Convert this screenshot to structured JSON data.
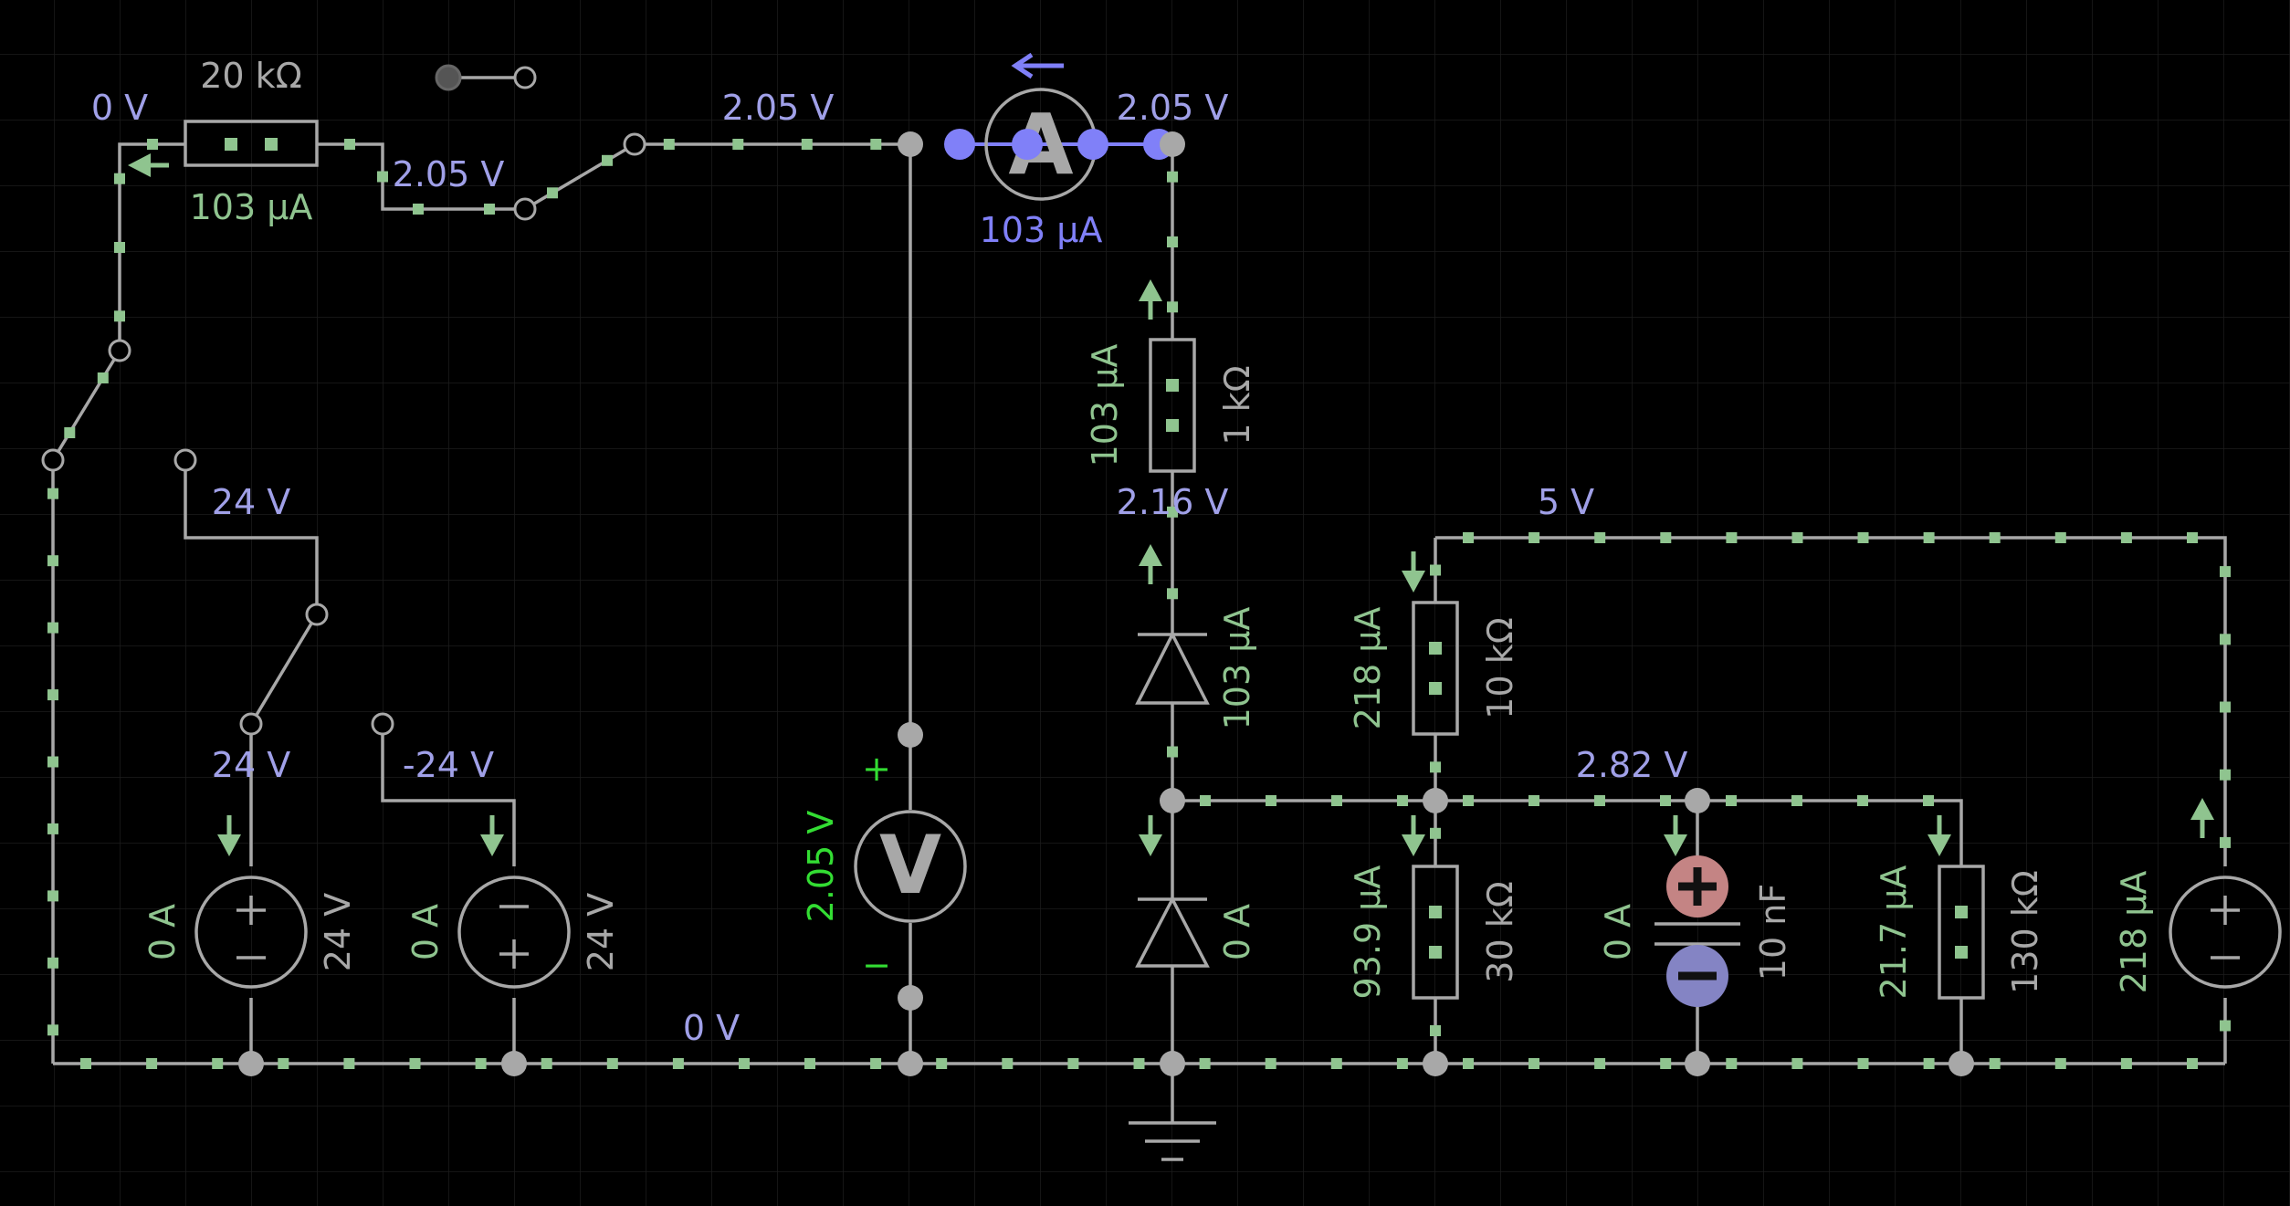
{
  "colors": {
    "background": "#000000",
    "grid": "#1c1c1c",
    "wire": "#a8a8a8",
    "current": "#8fc48f",
    "voltage": "#a0a0e8",
    "selected": "#8080f8",
    "meter_green": "#33dd33"
  },
  "labels": {
    "v_top_left": "0 V",
    "r20k_value": "20 kΩ",
    "r20k_current": "103 μA",
    "v_switch_node": "2.05 V",
    "v_top_wire": "2.05 V",
    "v_ammeter_right": "2.05 V",
    "ammeter_current": "103 μA",
    "ammeter_symbol": "A",
    "r1k_value": "1 kΩ",
    "r1k_current": "103 μA",
    "v_mid": "2.16 V",
    "d1_current": "103 μA",
    "d2_current": "0 A",
    "v_5v": "5 V",
    "r10k_value": "10 kΩ",
    "r10k_current": "218 μA",
    "v_node": "2.82 V",
    "r30k_value": "30 kΩ",
    "r30k_current": "93.9 μA",
    "cap_value": "10 nF",
    "cap_current": "0 A",
    "r130k_value": "130 kΩ",
    "r130k_current": "21.7 μA",
    "src5_current": "218 μA",
    "v_24": "24 V",
    "v_24b": "24 V",
    "v_neg24": "-24 V",
    "src1_current": "0 A",
    "src1_value": "24 V",
    "src2_current": "0 A",
    "src2_value": "24 V",
    "voltmeter_reading": "2.05 V",
    "voltmeter_symbol": "V",
    "plus_sign": "+",
    "minus_sign": "−",
    "v_ground": "0 V"
  },
  "icons": {
    "ammeter": "ammeter-icon",
    "voltmeter": "voltmeter-icon",
    "ground": "ground-icon",
    "switch": "switch-icon",
    "diode": "diode-icon",
    "capacitor": "capacitor-icon",
    "dc_source": "dc-source-icon"
  }
}
